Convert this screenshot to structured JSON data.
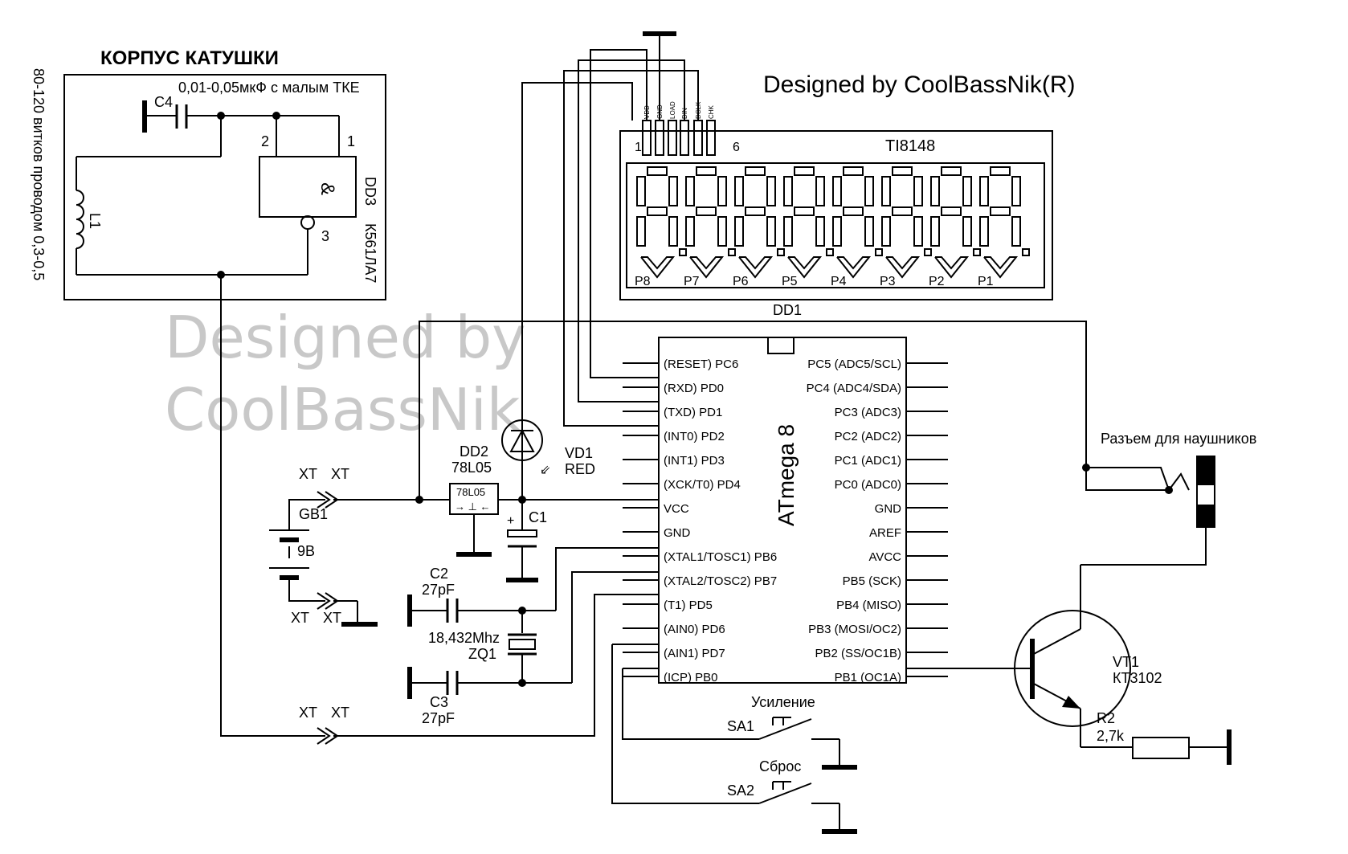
{
  "designer": "Designed by CoolBassNik(R)",
  "watermark": {
    "line1": "Designed by",
    "line2": "CoolBassNik"
  },
  "coil": {
    "title": "КОРПУС КАТУШКИ",
    "cap_note": "0,01-0,05мкФ с малым ТКЕ",
    "cap_label": "C4",
    "inductor_label": "L1",
    "winding_note": "80-120 витков проводом 0,3-0,5",
    "gate_symbol": "&",
    "gate_name": "DD3",
    "gate_type": "К561ЛА7",
    "pins": {
      "in1": "2",
      "in2": "1",
      "out": "3"
    }
  },
  "display": {
    "chip": "TI8148",
    "ref": "DD1",
    "pin_first": "1",
    "pin_last": "6",
    "pin_names": [
      "VDD",
      "GND",
      "LOAD",
      "DIN",
      "DCLK",
      "CHK"
    ],
    "digit_labels": [
      "P8",
      "P7",
      "P6",
      "P5",
      "P4",
      "P3",
      "P2",
      "P1"
    ]
  },
  "mcu": {
    "name": "ATmega 8",
    "left_pins": [
      "(RESET) PC6",
      "(RXD) PD0",
      "(TXD) PD1",
      "(INT0) PD2",
      "(INT1) PD3",
      "(XCK/T0) PD4",
      "VCC",
      "GND",
      "(XTAL1/TOSC1) PB6",
      "(XTAL2/TOSC2) PB7",
      "(T1) PD5",
      "(AIN0) PD6",
      "(AIN1) PD7",
      "(ICP) PB0"
    ],
    "right_pins": [
      "PC5 (ADC5/SCL)",
      "PC4 (ADC4/SDA)",
      "PC3 (ADC3)",
      "PC2 (ADC2)",
      "PC1 (ADC1)",
      "PC0 (ADC0)",
      "GND",
      "AREF",
      "AVCC",
      "PB5 (SCK)",
      "PB4 (MISO)",
      "PB3 (MOSI/OC2)",
      "PB2 (SS/OC1B)",
      "PB1 (OC1A)"
    ]
  },
  "regulator": {
    "ref": "DD2",
    "type": "78L05",
    "body_label": "78L05"
  },
  "led": {
    "ref": "VD1",
    "color": "RED"
  },
  "c1": {
    "ref": "C1",
    "polarity": "+"
  },
  "battery": {
    "ref": "GB1",
    "voltage": "9В"
  },
  "connectors": {
    "xt": "XT"
  },
  "crystal": {
    "ref": "ZQ1",
    "freq": "18,432Mhz"
  },
  "c2": {
    "ref": "C2",
    "value": "27pF"
  },
  "c3": {
    "ref": "C3",
    "value": "27pF"
  },
  "headphones": {
    "label": "Разъем для наушников"
  },
  "transistor": {
    "ref": "VT1",
    "type": "КТ3102"
  },
  "r2": {
    "ref": "R2",
    "value": "2,7k"
  },
  "sa1": {
    "ref": "SA1",
    "function": "Усиление"
  },
  "sa2": {
    "ref": "SA2",
    "function": "Сброс"
  }
}
